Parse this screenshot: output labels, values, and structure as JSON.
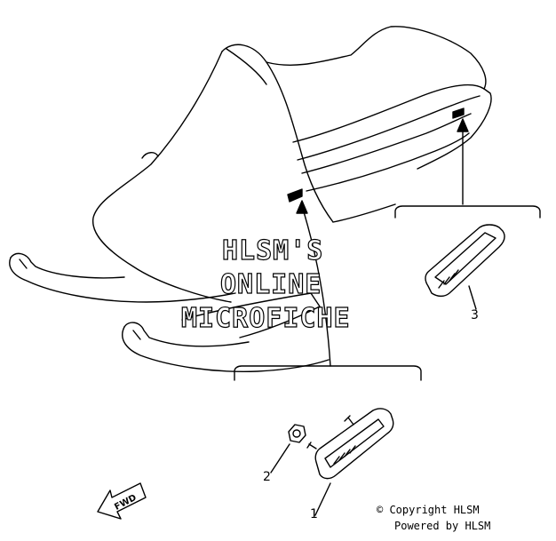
{
  "diagram": {
    "watermark_lines": [
      "HLSM'S",
      "ONLINE",
      "MICROFICHE"
    ],
    "callouts": [
      {
        "number": "1",
        "part": "reflector-with-studs"
      },
      {
        "number": "2",
        "part": "nut"
      },
      {
        "number": "3",
        "part": "reflector"
      }
    ],
    "direction_arrow_label": "FWD",
    "copyright_line": "© Copyright HLSM",
    "powered_line": "Powered by HLSM",
    "line_color": "#000000",
    "background_color": "#ffffff"
  }
}
